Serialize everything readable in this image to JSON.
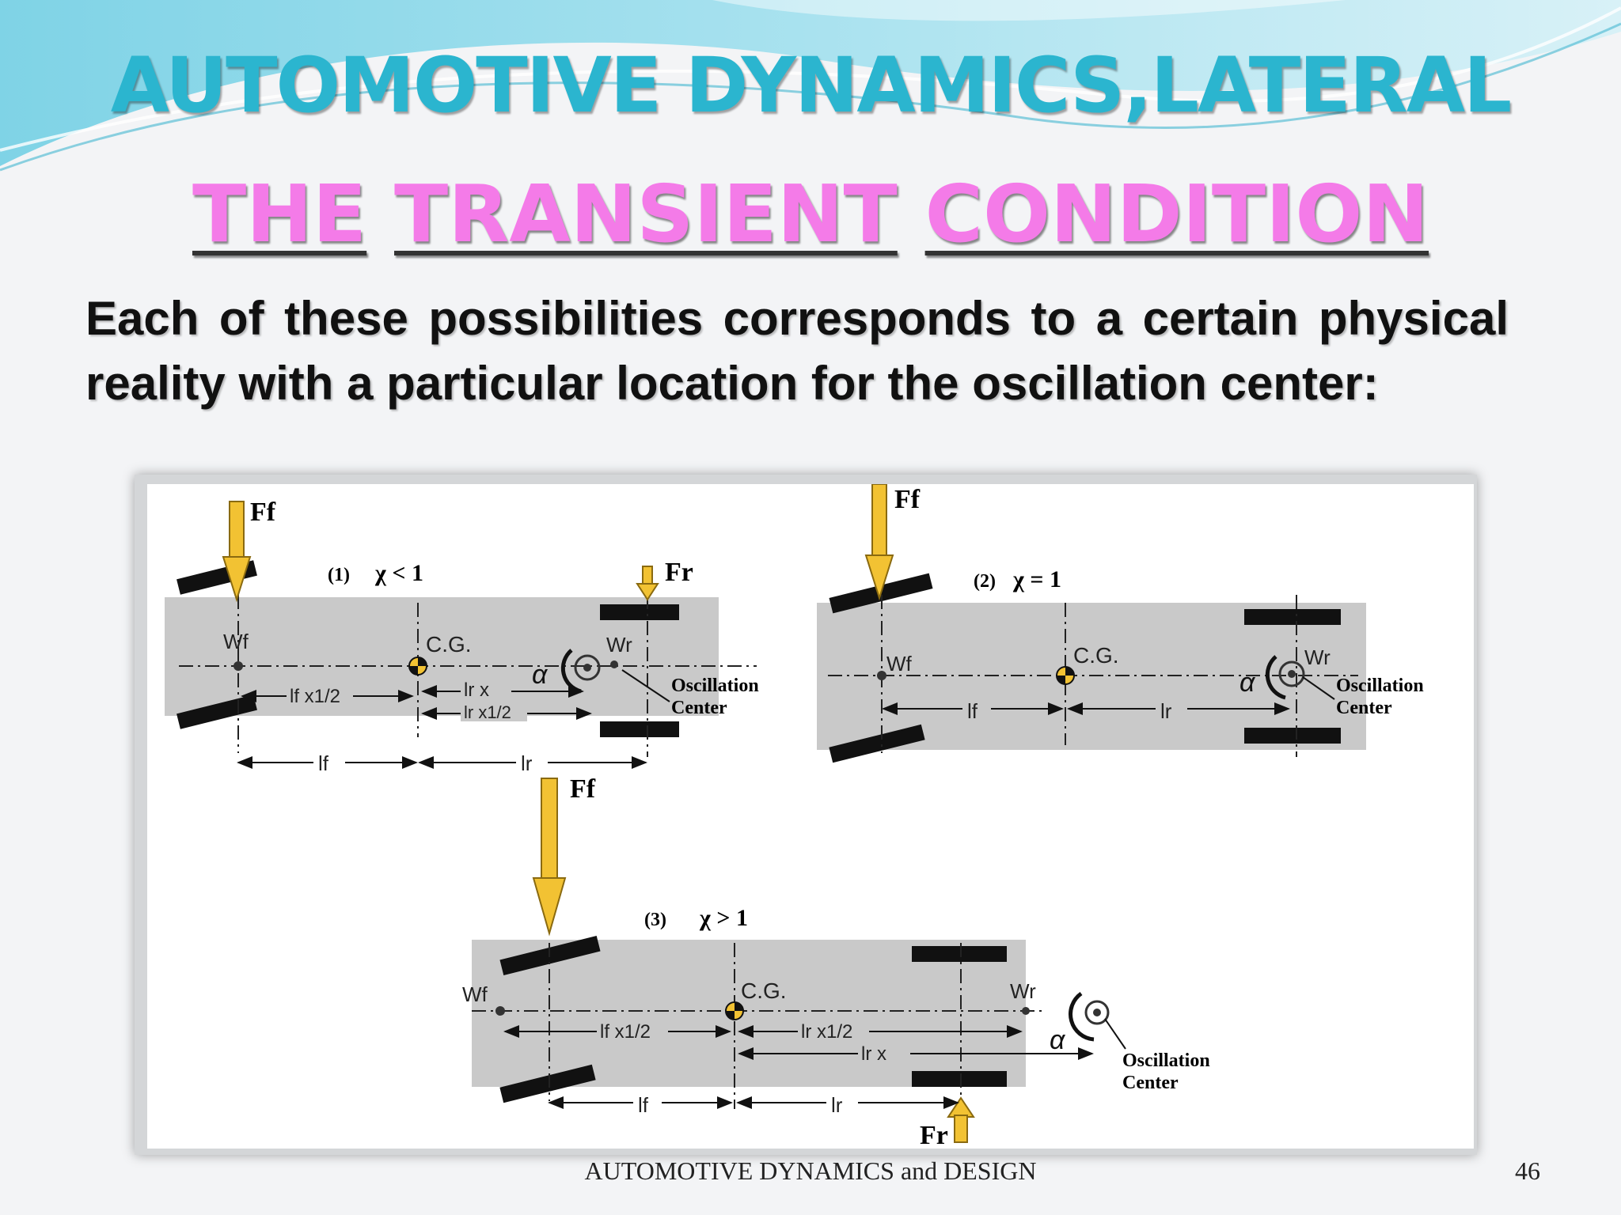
{
  "slide": {
    "title": "AUTOMOTIVE DYNAMICS,LATERAL",
    "subtitle_words": [
      "THE",
      "TRANSIENT",
      "CONDITION"
    ],
    "body": "Each of these possibilities corresponds to a certain physical reality with a particular location for the oscillation center:",
    "footer": "AUTOMOTIVE DYNAMICS and DESIGN",
    "page_number": "46"
  },
  "colors": {
    "title": "#2bb5cf",
    "subtitle": "#f47be8",
    "force_arrow": "#f2c233",
    "vehicle_body": "#c9c9c9"
  },
  "diagram": {
    "panel1": {
      "case_label": "(1)",
      "condition": "χ < 1",
      "front_force": "Ff",
      "rear_force": "Fr",
      "front_weight": "Wf",
      "rear_weight": "Wr",
      "cg": "C.G.",
      "alpha": "α",
      "oscillation_label_1": "Oscillation",
      "oscillation_label_2": "Center",
      "dim_lf_chi": "lf x1/2",
      "dim_lr_chi": "lr x",
      "dim_lr_chi_half": "lr x1/2",
      "dim_lf": "lf",
      "dim_lr": "lr"
    },
    "panel2": {
      "case_label": "(2)",
      "condition": "χ = 1",
      "front_force": "Ff",
      "front_weight": "Wf",
      "rear_weight": "Wr",
      "cg": "C.G.",
      "alpha": "α",
      "oscillation_label_1": "Oscillation",
      "oscillation_label_2": "Center",
      "dim_lf": "lf",
      "dim_lr": "lr"
    },
    "panel3": {
      "case_label": "(3)",
      "condition": "χ > 1",
      "front_force": "Ff",
      "rear_force": "Fr",
      "front_weight": "Wf",
      "rear_weight": "Wr",
      "cg": "C.G.",
      "alpha": "α",
      "oscillation_label_1": "Oscillation",
      "oscillation_label_2": "Center",
      "dim_lf_chi_half": "lf x1/2",
      "dim_lr_chi_half": "lr x1/2",
      "dim_lr_chi": "lr x",
      "dim_lf": "lf",
      "dim_lr": "lr"
    }
  }
}
